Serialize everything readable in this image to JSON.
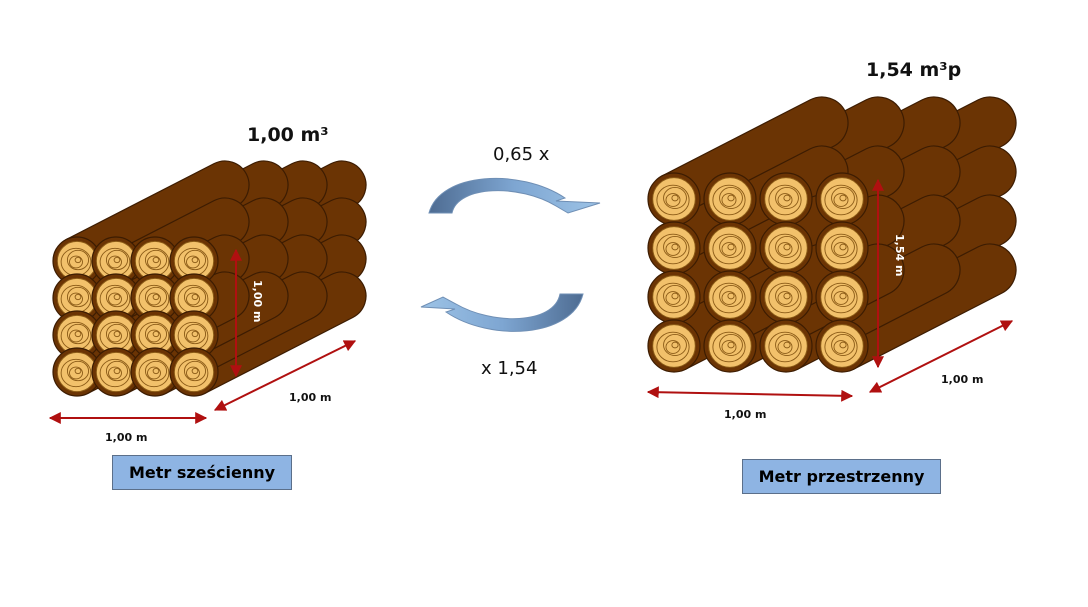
{
  "left_stack": {
    "volume_label": "1,00 m³",
    "height_label": "1,00 m",
    "depth_label": "1,00 m",
    "width_label": "1,00 m",
    "unit_name": "Metr sześcienny"
  },
  "right_stack": {
    "volume_label": "1,54 m³p",
    "height_label": "1,54 m",
    "depth_label": "1,00 m",
    "width_label": "1,00 m",
    "unit_name": "Metr przestrzenny"
  },
  "conversion": {
    "to_left_factor": "0,65 x",
    "to_right_factor": "x 1,54"
  },
  "colors": {
    "bark": "#6B3404",
    "bark_edge": "#3c1c02",
    "end_grain": "#F2C16B",
    "rings": "#8a5a16",
    "dimension_arrow": "#B01010",
    "unit_box": "#8EB4E3",
    "cycle_arrow_light": "#9DC3E6",
    "cycle_arrow_dark": "#4E6C92"
  }
}
